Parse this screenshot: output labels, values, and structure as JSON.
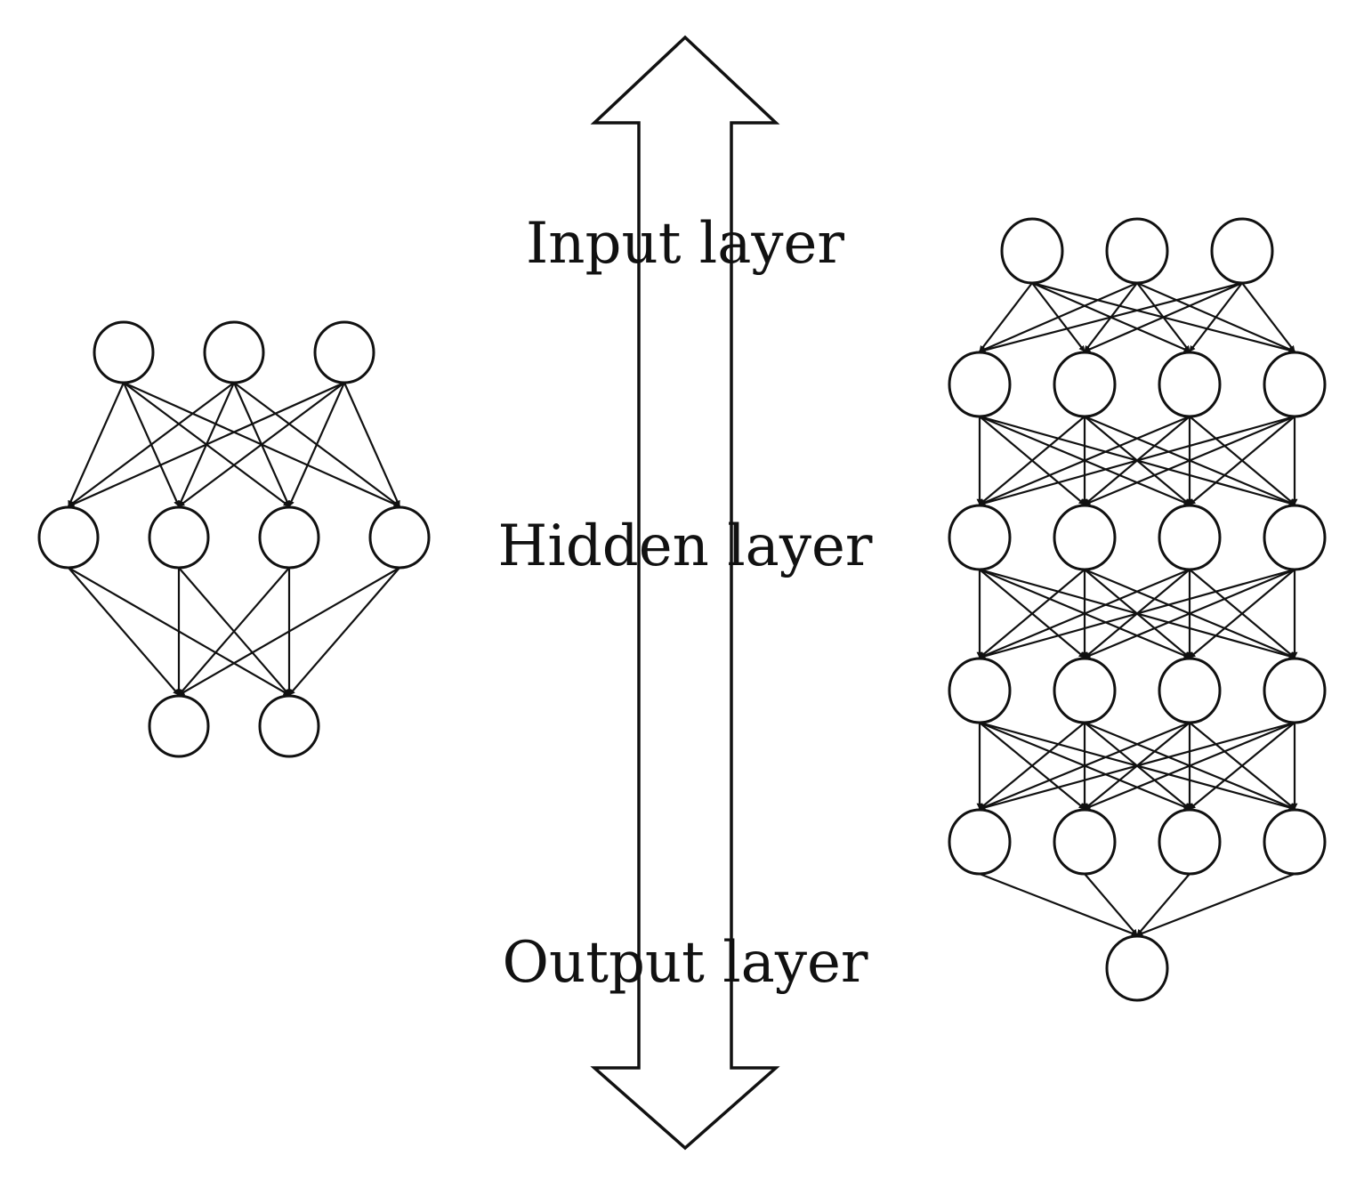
{
  "labels": {
    "input": "Input layer",
    "hidden": "Hidden layer",
    "output": "Output layer"
  },
  "networks": {
    "shallow": {
      "layer_sizes": [
        3,
        4,
        2
      ]
    },
    "deep": {
      "layer_sizes": [
        3,
        4,
        4,
        4,
        4,
        1
      ]
    }
  },
  "colors": {
    "stroke": "#111111",
    "background": "#ffffff"
  }
}
